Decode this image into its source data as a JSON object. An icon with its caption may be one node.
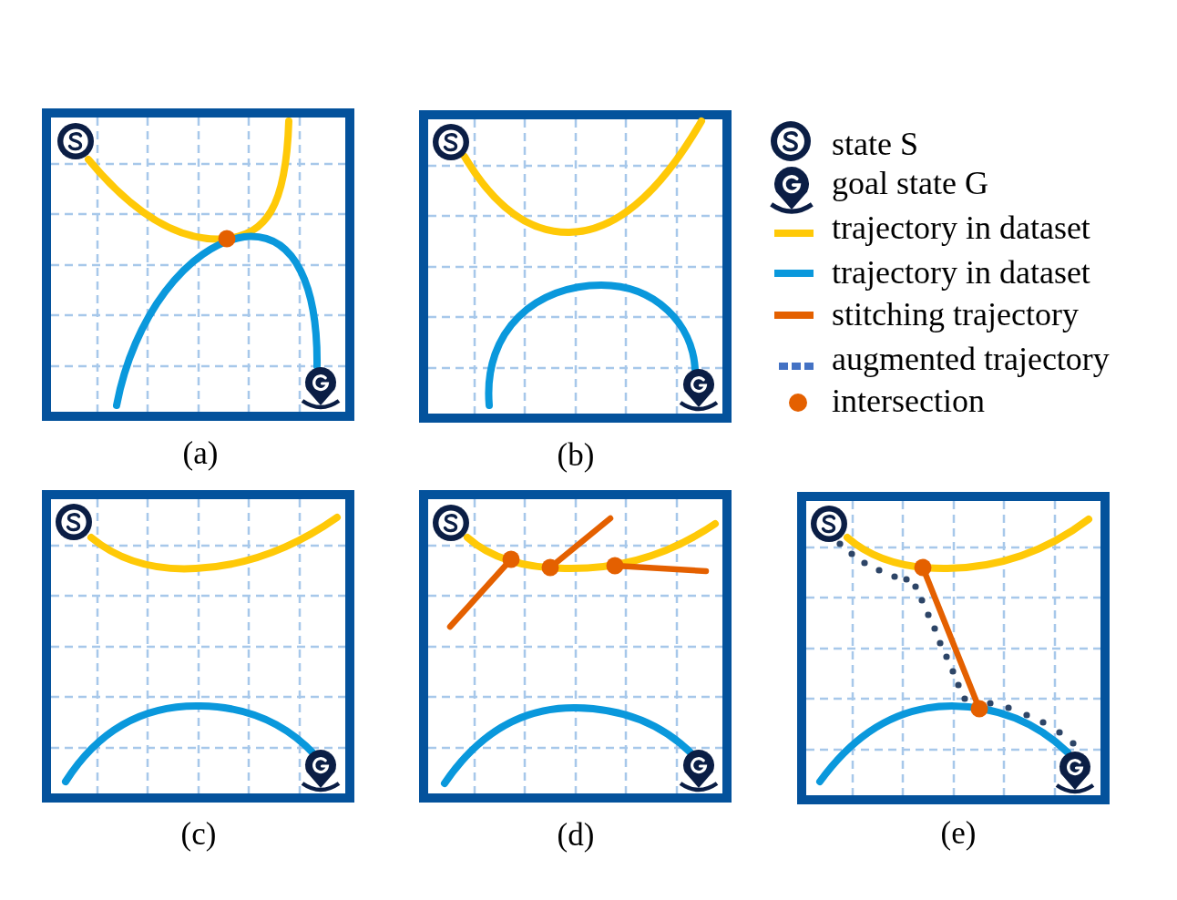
{
  "diagram": {
    "labels": [
      "(a)",
      "(b)",
      "(c)",
      "(d)",
      "(e)"
    ],
    "legend": [
      {
        "text": "state S"
      },
      {
        "text": "goal state G"
      },
      {
        "text": "trajectory in dataset",
        "color": "#ffc907"
      },
      {
        "text": "trajectory in dataset",
        "color": "#0a98dc"
      },
      {
        "text": "stitching trajectory",
        "color": "#e46000"
      },
      {
        "text": "augmented trajectory"
      },
      {
        "text": "intersection",
        "color": "#e46000"
      }
    ]
  }
}
